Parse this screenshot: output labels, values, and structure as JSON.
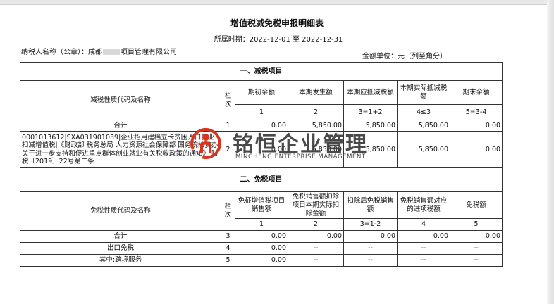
{
  "header": {
    "title": "增值税减免税申报明细表",
    "period": "所属时期：2022-12-01 至 2022-12-31",
    "taxpayer_prefix": "纳税人名称（公章）：成都",
    "taxpayer_suffix": "项目管理有限公司",
    "unit": "金额单位：元（列至角分）"
  },
  "reduction": {
    "section_title": "一、减税项目",
    "code_header": "减税性质代码及名称",
    "row_no_header": "栏次",
    "columns": [
      "期初余额",
      "本期发生额",
      "本期应抵减税额",
      "本期实际抵减税额",
      "期末余额"
    ],
    "column_nums": [
      "1",
      "2",
      "3=1+2",
      "4≤3",
      "5=3-4"
    ],
    "rows": [
      {
        "name": "合计",
        "no": "1",
        "values": [
          "0.00",
          "5,850.00",
          "5,850.00",
          "5,850.00",
          "0.00"
        ]
      },
      {
        "name": "0001013612|SXA031901039|企业招用建档立卡贫困人口就业扣减增值税|《财政部 税务总局 人力资源社会保障部 国务院扶贫办关于进一步支持和促进重点群体创业就业有关税收政策的通知》 财税〔2019〕22号第二条",
        "no": "2",
        "values": [
          "0.00",
          "5,850.00",
          "5,850.00",
          "5,850.00",
          "0.00"
        ]
      }
    ]
  },
  "exemption": {
    "section_title": "二、免税项目",
    "code_header": "免税性质代码及名称",
    "row_no_header": "栏次",
    "columns": [
      "免征增值税项目销售额",
      "免税销售额扣除项目本期实际扣除金额",
      "扣除后免税销售额",
      "免税销售额对应的进项税额",
      "免税额"
    ],
    "column_nums": [
      "1",
      "2",
      "3=1-2",
      "4",
      "5"
    ],
    "rows": [
      {
        "name": "合计",
        "no": "3",
        "values": [
          "0.00",
          "0.00",
          "0.00",
          "0.00",
          "0.00"
        ]
      },
      {
        "name": "出口免税",
        "no": "4",
        "values": [
          "0.00",
          "--",
          "--",
          "--",
          "--"
        ]
      },
      {
        "name": "其中:跨境服务",
        "no": "5",
        "values": [
          "0.00",
          "--",
          "--",
          "--",
          "--"
        ]
      }
    ]
  },
  "watermark": {
    "name": "铭恒企业管理",
    "subtitle": "MINGHENG ENTERPRISE MANAGEMENT",
    "logo_color": "#d9341f"
  }
}
